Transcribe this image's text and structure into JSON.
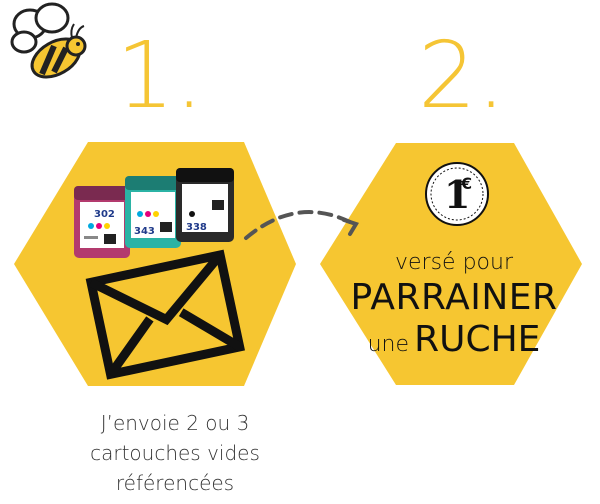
{
  "step1": {
    "number": "1.",
    "caption_lines": [
      "J’envoie 2 ou 3",
      "cartouches vides",
      "référencées"
    ]
  },
  "step2": {
    "number": "2.",
    "coin_value": "1",
    "coin_symbol": "€",
    "line1": "versé pour",
    "line2": "PARRAINER",
    "line3_small": "une",
    "line3_big": "RUCHE"
  },
  "cartridges": [
    {
      "label": "302"
    },
    {
      "label": "343"
    },
    {
      "label": "338"
    }
  ],
  "colors": {
    "hexagon": "#f6c631",
    "accent": "#f5c535",
    "ink": "#111111",
    "text": "#333333",
    "arrow": "#555555"
  },
  "icons": [
    "bee-icon",
    "cartridge-icon",
    "envelope-icon",
    "dashed-arrow-icon",
    "coin-icon"
  ]
}
